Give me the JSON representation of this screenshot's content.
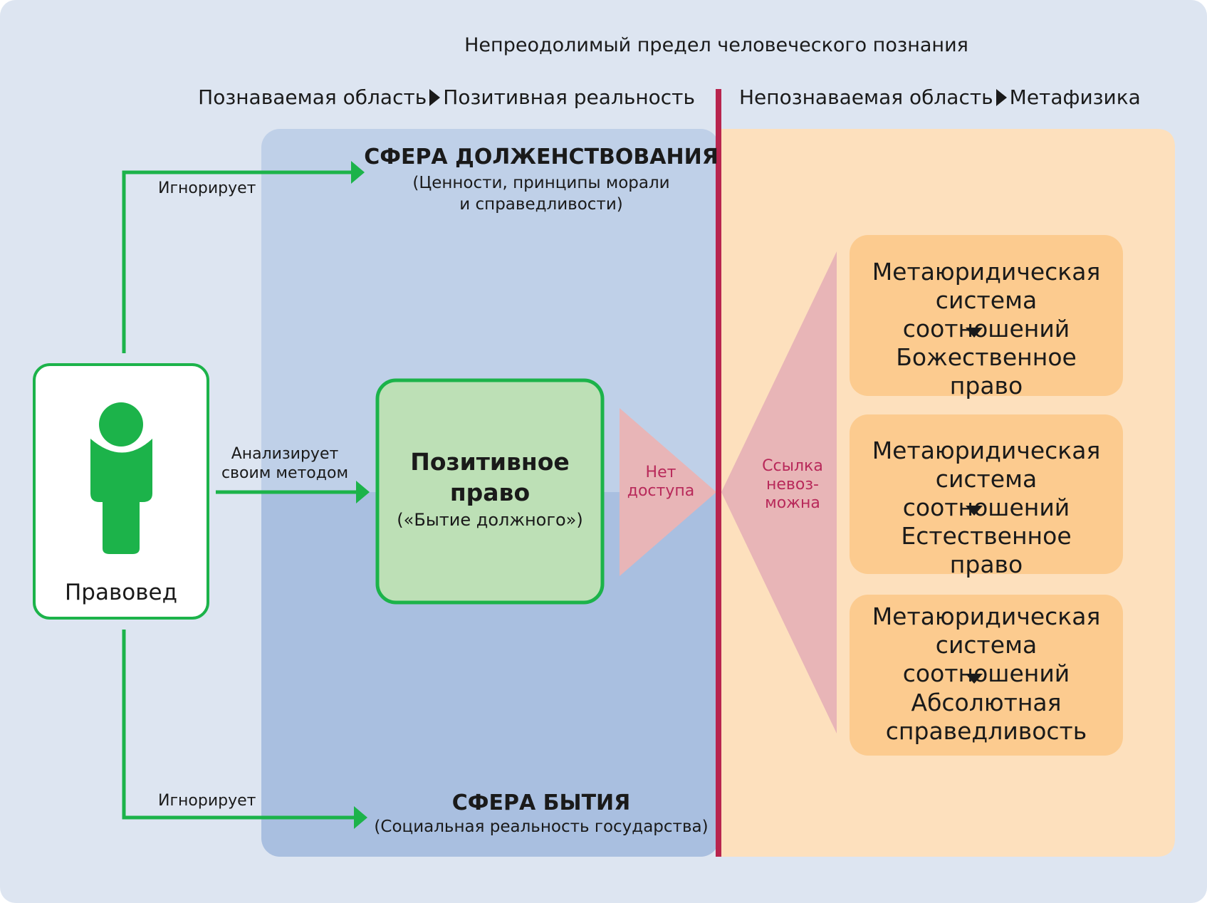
{
  "title": "Непреодолимый предел человеческого познания",
  "knowable": {
    "area": "Познаваемая область",
    "realm": "Позитивная реальность"
  },
  "unknowable": {
    "area": "Непознаваемая область",
    "realm": "Метафизика"
  },
  "ought_sphere": {
    "title": "СФЕРА ДОЛЖЕНСТВОВАНИЯ",
    "subtitle": "(Ценности, принципы морали\nи справедливости)"
  },
  "being_sphere": {
    "title": "СФЕРА БЫТИЯ",
    "subtitle": "(Социальная реальность государства)"
  },
  "scholar": {
    "label": "Правовед"
  },
  "links": {
    "ignores_top": "Игнорирует",
    "ignores_bottom": "Игнорирует",
    "analyzes": "Анализирует\nсвоим методом"
  },
  "positive_law": {
    "title": "Позитивное\nправо",
    "subtitle": "(«Бытие должного»)"
  },
  "no_access": "Нет\nдоступа",
  "reference_impossible": "Ссылка\nневоз-\nможна",
  "meta_systems": [
    {
      "system": "Метаюридическая\nсистема соотношений",
      "law": "Божественное право"
    },
    {
      "system": "Метаюридическая\nсистема соотношений",
      "law": "Естественное право"
    },
    {
      "system": "Метаюридическая\nсистема соотношений",
      "law": "Абсолютная\nсправедливость"
    }
  ],
  "colors": {
    "background": "#dde5f1",
    "ought_zone": "#bfd0e8",
    "being_zone": "#a9bfe0",
    "metaphysics_zone": "#fde0bd",
    "meta_box": "#fccb8f",
    "positive_law_fill": "#bde0b6",
    "accent_green": "#1cb34a",
    "boundary_red": "#b8244e",
    "triangle_pink": "#e8b5b7",
    "warning_text": "#b8295a"
  },
  "icons": [
    "person-icon",
    "arrow-right-icon",
    "arrow-down-icon"
  ]
}
